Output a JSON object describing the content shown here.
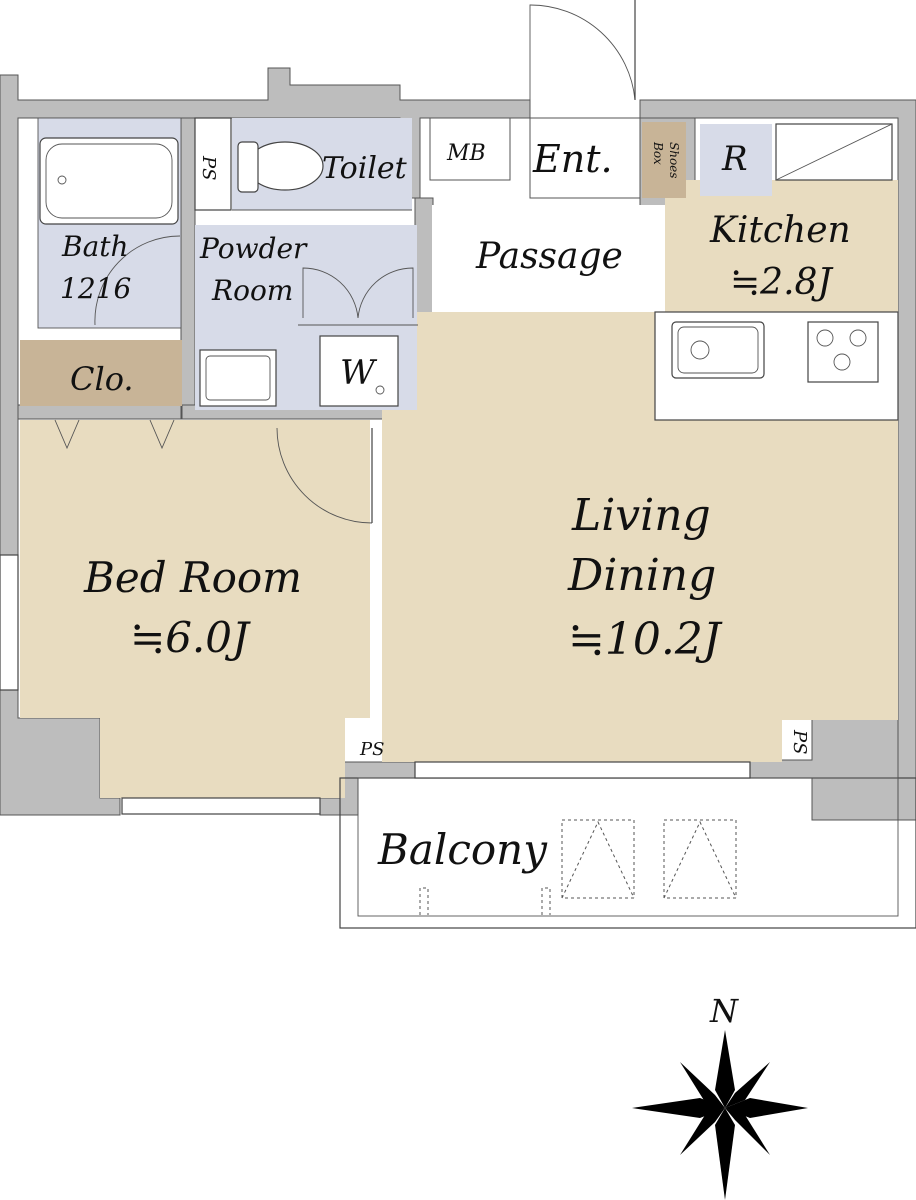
{
  "rooms": {
    "toilet": "Toilet",
    "mb": "MB",
    "entrance": "Ent.",
    "shoes_box_line1": "Shoes",
    "shoes_box_line2": "Box",
    "refrigerator": "R",
    "kitchen": "Kitchen",
    "kitchen_area": "≒2.8J",
    "passage": "Passage",
    "bath": "Bath",
    "bath_size": "1216",
    "powder_room_line1": "Powder",
    "powder_room_line2": "Room",
    "washer": "W",
    "closet": "Clo.",
    "ps_bath": "PS",
    "ps_bedroom": "PS",
    "ps_living": "PS",
    "bedroom": "Bed Room",
    "bedroom_area": "≒6.0J",
    "living_line1": "Living",
    "living_line2": "Dining",
    "living_area": "≒10.2J",
    "balcony": "Balcony"
  },
  "compass": {
    "north_label": "N"
  },
  "colors": {
    "floor_wood": "#e8dcc0",
    "floor_wet": "#d7dbe8",
    "storage": "#c8b497",
    "wall": "#bdbdbd"
  }
}
